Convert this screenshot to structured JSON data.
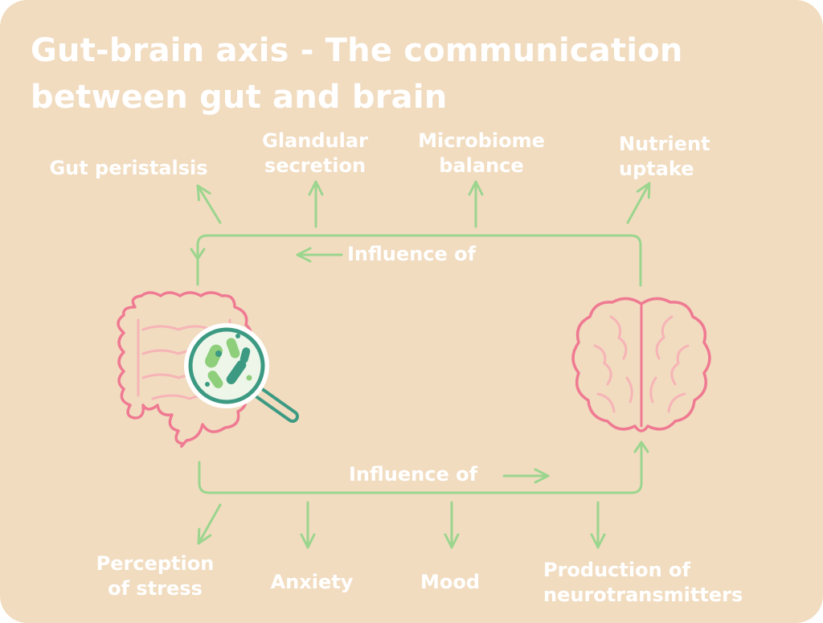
{
  "title": {
    "line1": "Gut-brain axis - The communication",
    "line2": "between gut and brain"
  },
  "top_effects": [
    {
      "lines": [
        "Gut peristalsis"
      ]
    },
    {
      "lines": [
        "Glandular",
        "secretion"
      ]
    },
    {
      "lines": [
        "Microbiome",
        "balance"
      ]
    },
    {
      "lines": [
        "Nutrient",
        "uptake"
      ]
    }
  ],
  "bottom_effects": [
    {
      "lines": [
        "Perception",
        "of stress"
      ]
    },
    {
      "lines": [
        "Anxiety"
      ]
    },
    {
      "lines": [
        "Mood"
      ]
    },
    {
      "lines": [
        "Production of",
        "neurotransmitters"
      ]
    }
  ],
  "top_flow_label": "Influence of",
  "bottom_flow_label": "Influence of",
  "icons": {
    "gut": "intestine-icon",
    "magnifier": "magnifying-glass-bacteria-icon",
    "brain": "brain-icon"
  },
  "colors": {
    "background": "#f1dcc0",
    "text": "#ffffff",
    "arrow": "#9cd58e",
    "organ_outline": "#ef7a92",
    "organ_inner": "#f6b4b6",
    "magnifier_ring": "#3d9a82",
    "bacteria": "#8fcf7c"
  }
}
